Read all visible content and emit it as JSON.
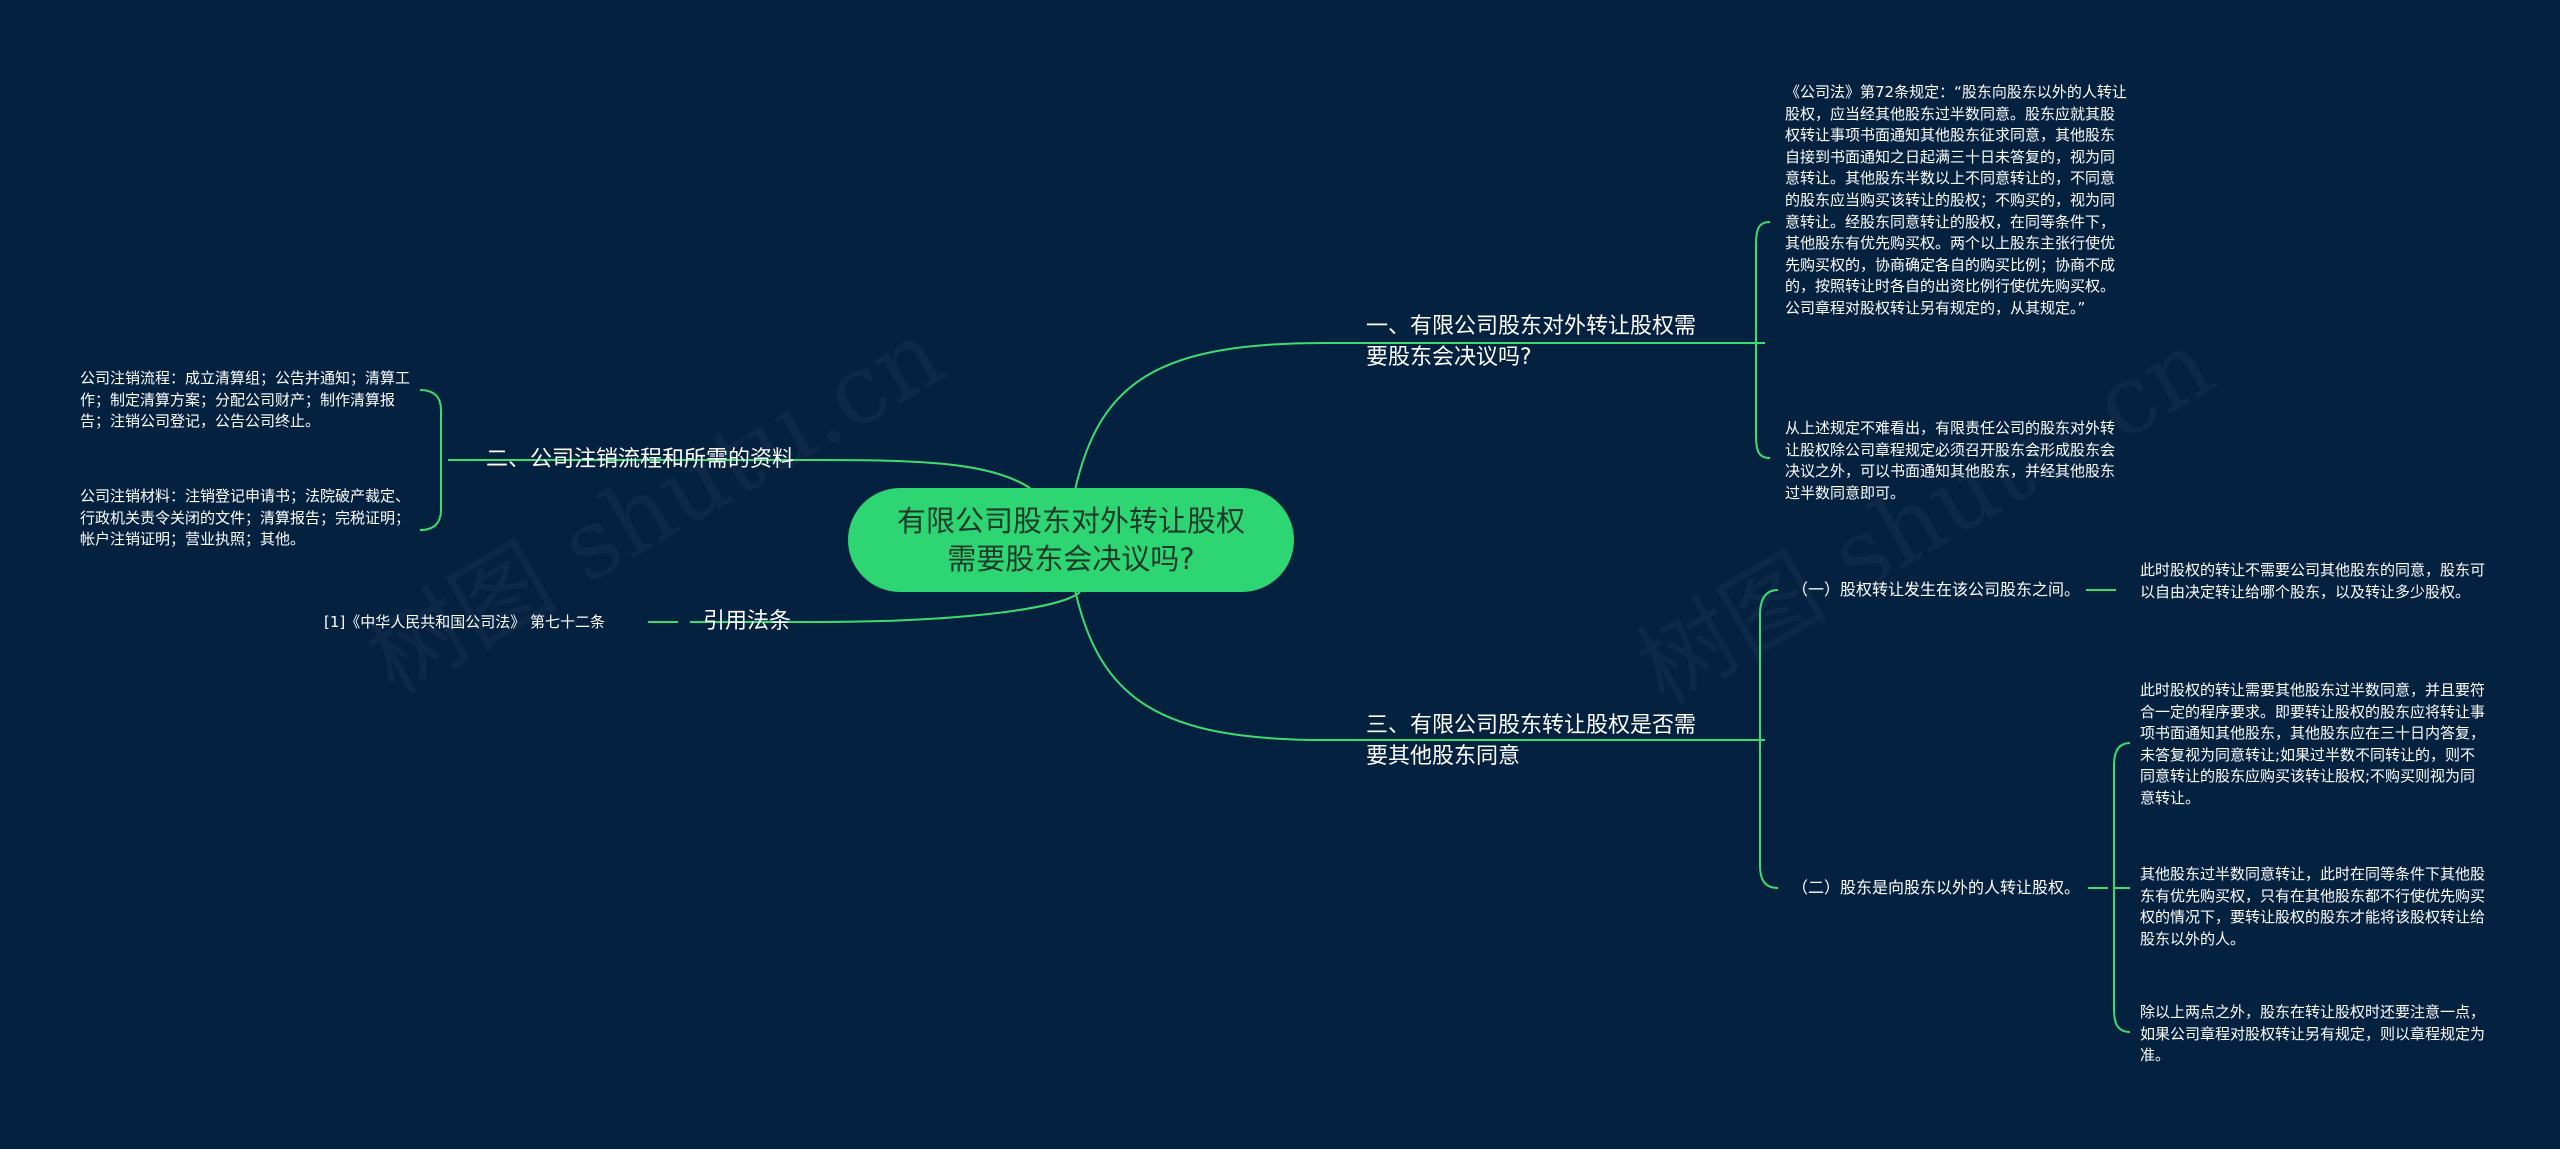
{
  "root": {
    "label": "有限公司股东对外转让股权需要股东会决议吗?"
  },
  "branches": {
    "b1": {
      "label": "一、有限公司股东对外转让股权需要股东会决议吗?",
      "leaf1": "《公司法》第72条规定：“股东向股东以外的人转让股权，应当经其他股东过半数同意。股东应就其股权转让事项书面通知其他股东征求同意，其他股东自接到书面通知之日起满三十日未答复的，视为同意转让。其他股东半数以上不同意转让的，不同意的股东应当购买该转让的股权；不购买的，视为同意转让。经股东同意转让的股权，在同等条件下，其他股东有优先购买权。两个以上股东主张行使优先购买权的，协商确定各自的购买比例；协商不成的，按照转让时各自的出资比例行使优先购买权。公司章程对股权转让另有规定的，从其规定。”",
      "leaf2": "从上述规定不难看出，有限责任公司的股东对外转让股权除公司章程规定必须召开股东会形成股东会决议之外，可以书面通知其他股东，并经其他股东过半数同意即可。"
    },
    "b2": {
      "label": "二、公司注销流程和所需的资料",
      "leaf1": "公司注销流程：成立清算组；公告并通知；清算工作；制定清算方案；分配公司财产；制作清算报告；注销公司登记，公告公司终止。",
      "leaf2": "公司注销材料：注销登记申请书；法院破产裁定、行政机关责令关闭的文件；清算报告；完税证明；帐户注销证明；营业执照；其他。"
    },
    "b3": {
      "label": "引用法条",
      "leaf1": "[1]《中华人民共和国公司法》 第七十二条"
    },
    "b4": {
      "label": "三、有限公司股东转让股权是否需要其他股东同意",
      "sub1": {
        "label": "（一）股权转让发生在该公司股东之间。",
        "leaf1": "此时股权的转让不需要公司其他股东的同意，股东可以自由决定转让给哪个股东，以及转让多少股权。"
      },
      "sub2": {
        "label": "（二）股东是向股东以外的人转让股权。",
        "leaf1": "此时股权的转让需要其他股东过半数同意，并且要符合一定的程序要求。即要转让股权的股东应将转让事项书面通知其他股东，其他股东应在三十日内答复，未答复视为同意转让;如果过半数不同转让的，则不同意转让的股东应购买该转让股权;不购买则视为同意转让。",
        "leaf2": "其他股东过半数同意转让，此时在同等条件下其他股东有优先购买权，只有在其他股东都不行使优先购买权的情况下，要转让股权的股东才能将该股权转让给股东以外的人。",
        "leaf3": "除以上两点之外，股东在转让股权时还要注意一点，如果公司章程对股权转让另有规定，则以章程规定为准。"
      }
    }
  },
  "colors": {
    "background": "#042140",
    "root_fill": "#2ed573",
    "link": "#3ddc6f"
  }
}
